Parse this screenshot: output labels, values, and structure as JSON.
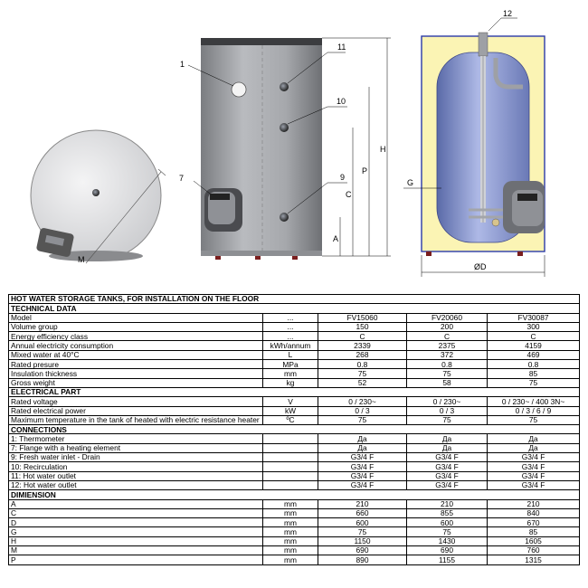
{
  "callouts": {
    "n1": "1",
    "n7": "7",
    "n9": "9",
    "n10": "10",
    "n11": "11",
    "n12": "12",
    "dimA": "A",
    "dimC": "C",
    "dimP": "P",
    "dimH": "H",
    "dimG": "G",
    "dimM": "M",
    "dimD": "ØD"
  },
  "table": {
    "title": "HOT WATER STORAGE TANKS, FOR INSTALLATION ON THE FLOOR",
    "sections": [
      {
        "title": "TECHNICAL DATA",
        "rows": [
          {
            "label": "Model",
            "unit": "...",
            "v": [
              "FV15060",
              "FV20060",
              "FV30087"
            ]
          },
          {
            "label": "Volume group",
            "unit": "...",
            "v": [
              "150",
              "200",
              "300"
            ]
          },
          {
            "label": "Energy efficiency class",
            "unit": "...",
            "v": [
              "C",
              "C",
              "C"
            ]
          },
          {
            "label": "Annual electricity consumption",
            "unit": "kWh/annum",
            "v": [
              "2339",
              "2375",
              "4159"
            ]
          },
          {
            "label": "Mixed water at 40°C",
            "unit": "L",
            "v": [
              "268",
              "372",
              "469"
            ]
          },
          {
            "label": "Rated presure",
            "unit": "MPa",
            "v": [
              "0.8",
              "0.8",
              "0.8"
            ]
          },
          {
            "label": "Insulation thickness",
            "unit": "mm",
            "v": [
              "75",
              "75",
              "85"
            ]
          },
          {
            "label": "Gross weight",
            "unit": "kg",
            "v": [
              "52",
              "58",
              "75"
            ]
          }
        ]
      },
      {
        "title": "ELECTRICAL PART",
        "rows": [
          {
            "label": "Rated voltage",
            "unit": "V",
            "v": [
              "0 / 230~",
              "0 / 230~",
              "0 / 230~ / 400 3N~"
            ]
          },
          {
            "label": "Rated electrical power",
            "unit": "kW",
            "v": [
              "0 / 3",
              "0 / 3",
              "0 / 3 / 6 / 9"
            ]
          },
          {
            "label": "Maximum temperature in the tank of heated with electric resistance heater",
            "unit": "ºC",
            "v": [
              "75",
              "75",
              "75"
            ]
          }
        ]
      },
      {
        "title": "CONNECTIONS",
        "rows": [
          {
            "label": "1: Thermometer",
            "unit": "",
            "v": [
              "Да",
              "Да",
              "Да"
            ]
          },
          {
            "label": "7: Flange with a heating element",
            "unit": "",
            "v": [
              "Да",
              "Да",
              "Да"
            ]
          },
          {
            "label": "9: Fresh water inlet - Drain",
            "unit": "",
            "v": [
              "G3/4 F",
              "G3/4 F",
              "G3/4 F"
            ]
          },
          {
            "label": "10: Recirculation",
            "unit": "",
            "v": [
              "G3/4 F",
              "G3/4 F",
              "G3/4 F"
            ]
          },
          {
            "label": "11: Hot water outlet",
            "unit": "",
            "v": [
              "G3/4 F",
              "G3/4 F",
              "G3/4 F"
            ]
          },
          {
            "label": "12: Hot water outlet",
            "unit": "",
            "v": [
              "G3/4 F",
              "G3/4 F",
              "G3/4 F"
            ]
          }
        ]
      },
      {
        "title": "DIMIENSION",
        "rows": [
          {
            "label": "A",
            "unit": "mm",
            "v": [
              "210",
              "210",
              "210"
            ]
          },
          {
            "label": "C",
            "unit": "mm",
            "v": [
              "660",
              "855",
              "840"
            ]
          },
          {
            "label": "D",
            "unit": "mm",
            "v": [
              "600",
              "600",
              "670"
            ]
          },
          {
            "label": "G",
            "unit": "mm",
            "v": [
              "75",
              "75",
              "85"
            ]
          },
          {
            "label": "H",
            "unit": "mm",
            "v": [
              "1150",
              "1430",
              "1605"
            ]
          },
          {
            "label": "M",
            "unit": "mm",
            "v": [
              "690",
              "690",
              "760"
            ]
          },
          {
            "label": "P",
            "unit": "mm",
            "v": [
              "890",
              "1155",
              "1315"
            ]
          }
        ]
      }
    ]
  }
}
